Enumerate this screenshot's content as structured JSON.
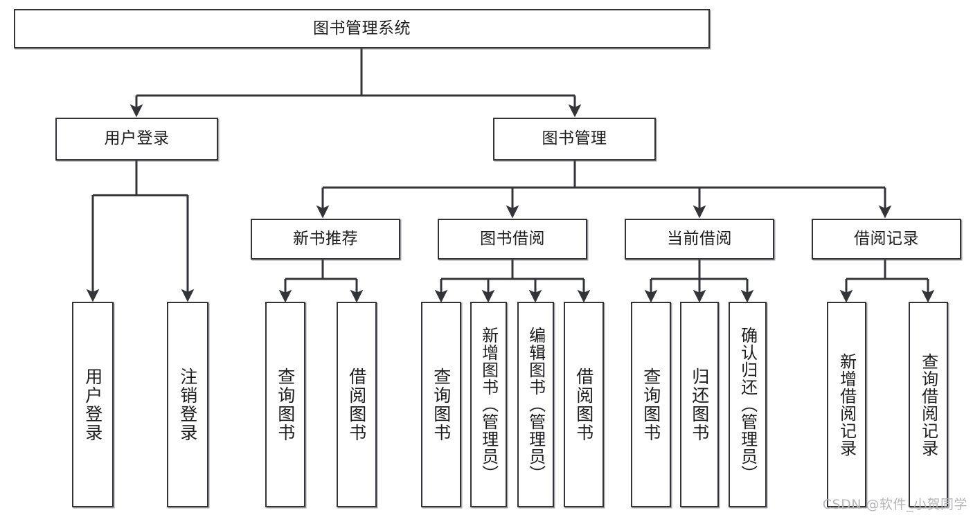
{
  "diagram": {
    "title": "图书管理系统",
    "type": "tree-hierarchy-diagram",
    "colors": {
      "stroke": "#32343a",
      "fill": "#ffffff",
      "text": "#1d1d1f",
      "watermark": "#b6b6b8"
    },
    "watermark": "CSDN @软件_小贺同学",
    "levels": {
      "root": {
        "label": "图书管理系统"
      },
      "level2": [
        {
          "id": "user-login",
          "label": "用户登录"
        },
        {
          "id": "book-management",
          "label": "图书管理"
        }
      ],
      "level3": [
        {
          "id": "new-book-recommend",
          "label": "新书推荐",
          "parent": "book-management"
        },
        {
          "id": "book-borrow",
          "label": "图书借阅",
          "parent": "book-management"
        },
        {
          "id": "current-borrow",
          "label": "当前借阅",
          "parent": "book-management"
        },
        {
          "id": "borrow-record",
          "label": "借阅记录",
          "parent": "book-management"
        }
      ],
      "leaves": [
        {
          "id": "leaf-user-login",
          "label": "用户登录",
          "parent": "user-login"
        },
        {
          "id": "leaf-logout-login",
          "label": "注销登录",
          "parent": "user-login"
        },
        {
          "id": "leaf-query-book-1",
          "label": "查询图书",
          "parent": "new-book-recommend"
        },
        {
          "id": "leaf-borrow-book-1",
          "label": "借阅图书",
          "parent": "new-book-recommend"
        },
        {
          "id": "leaf-query-book-2",
          "label": "查询图书",
          "parent": "book-borrow"
        },
        {
          "id": "leaf-add-book-admin",
          "label": "新增图书（管理员）",
          "parent": "book-borrow"
        },
        {
          "id": "leaf-edit-book-admin",
          "label": "编辑图书（管理员）",
          "parent": "book-borrow"
        },
        {
          "id": "leaf-borrow-book-2",
          "label": "借阅图书",
          "parent": "book-borrow"
        },
        {
          "id": "leaf-query-book-3",
          "label": "查询图书",
          "parent": "current-borrow"
        },
        {
          "id": "leaf-return-book",
          "label": "归还图书",
          "parent": "current-borrow"
        },
        {
          "id": "leaf-confirm-return-admin",
          "label": "确认归还（管理员）",
          "parent": "current-borrow"
        },
        {
          "id": "leaf-add-borrow-record",
          "label": "新增借阅记录",
          "parent": "borrow-record"
        },
        {
          "id": "leaf-query-borrow-record",
          "label": "查询借阅记录",
          "parent": "borrow-record"
        }
      ]
    }
  }
}
